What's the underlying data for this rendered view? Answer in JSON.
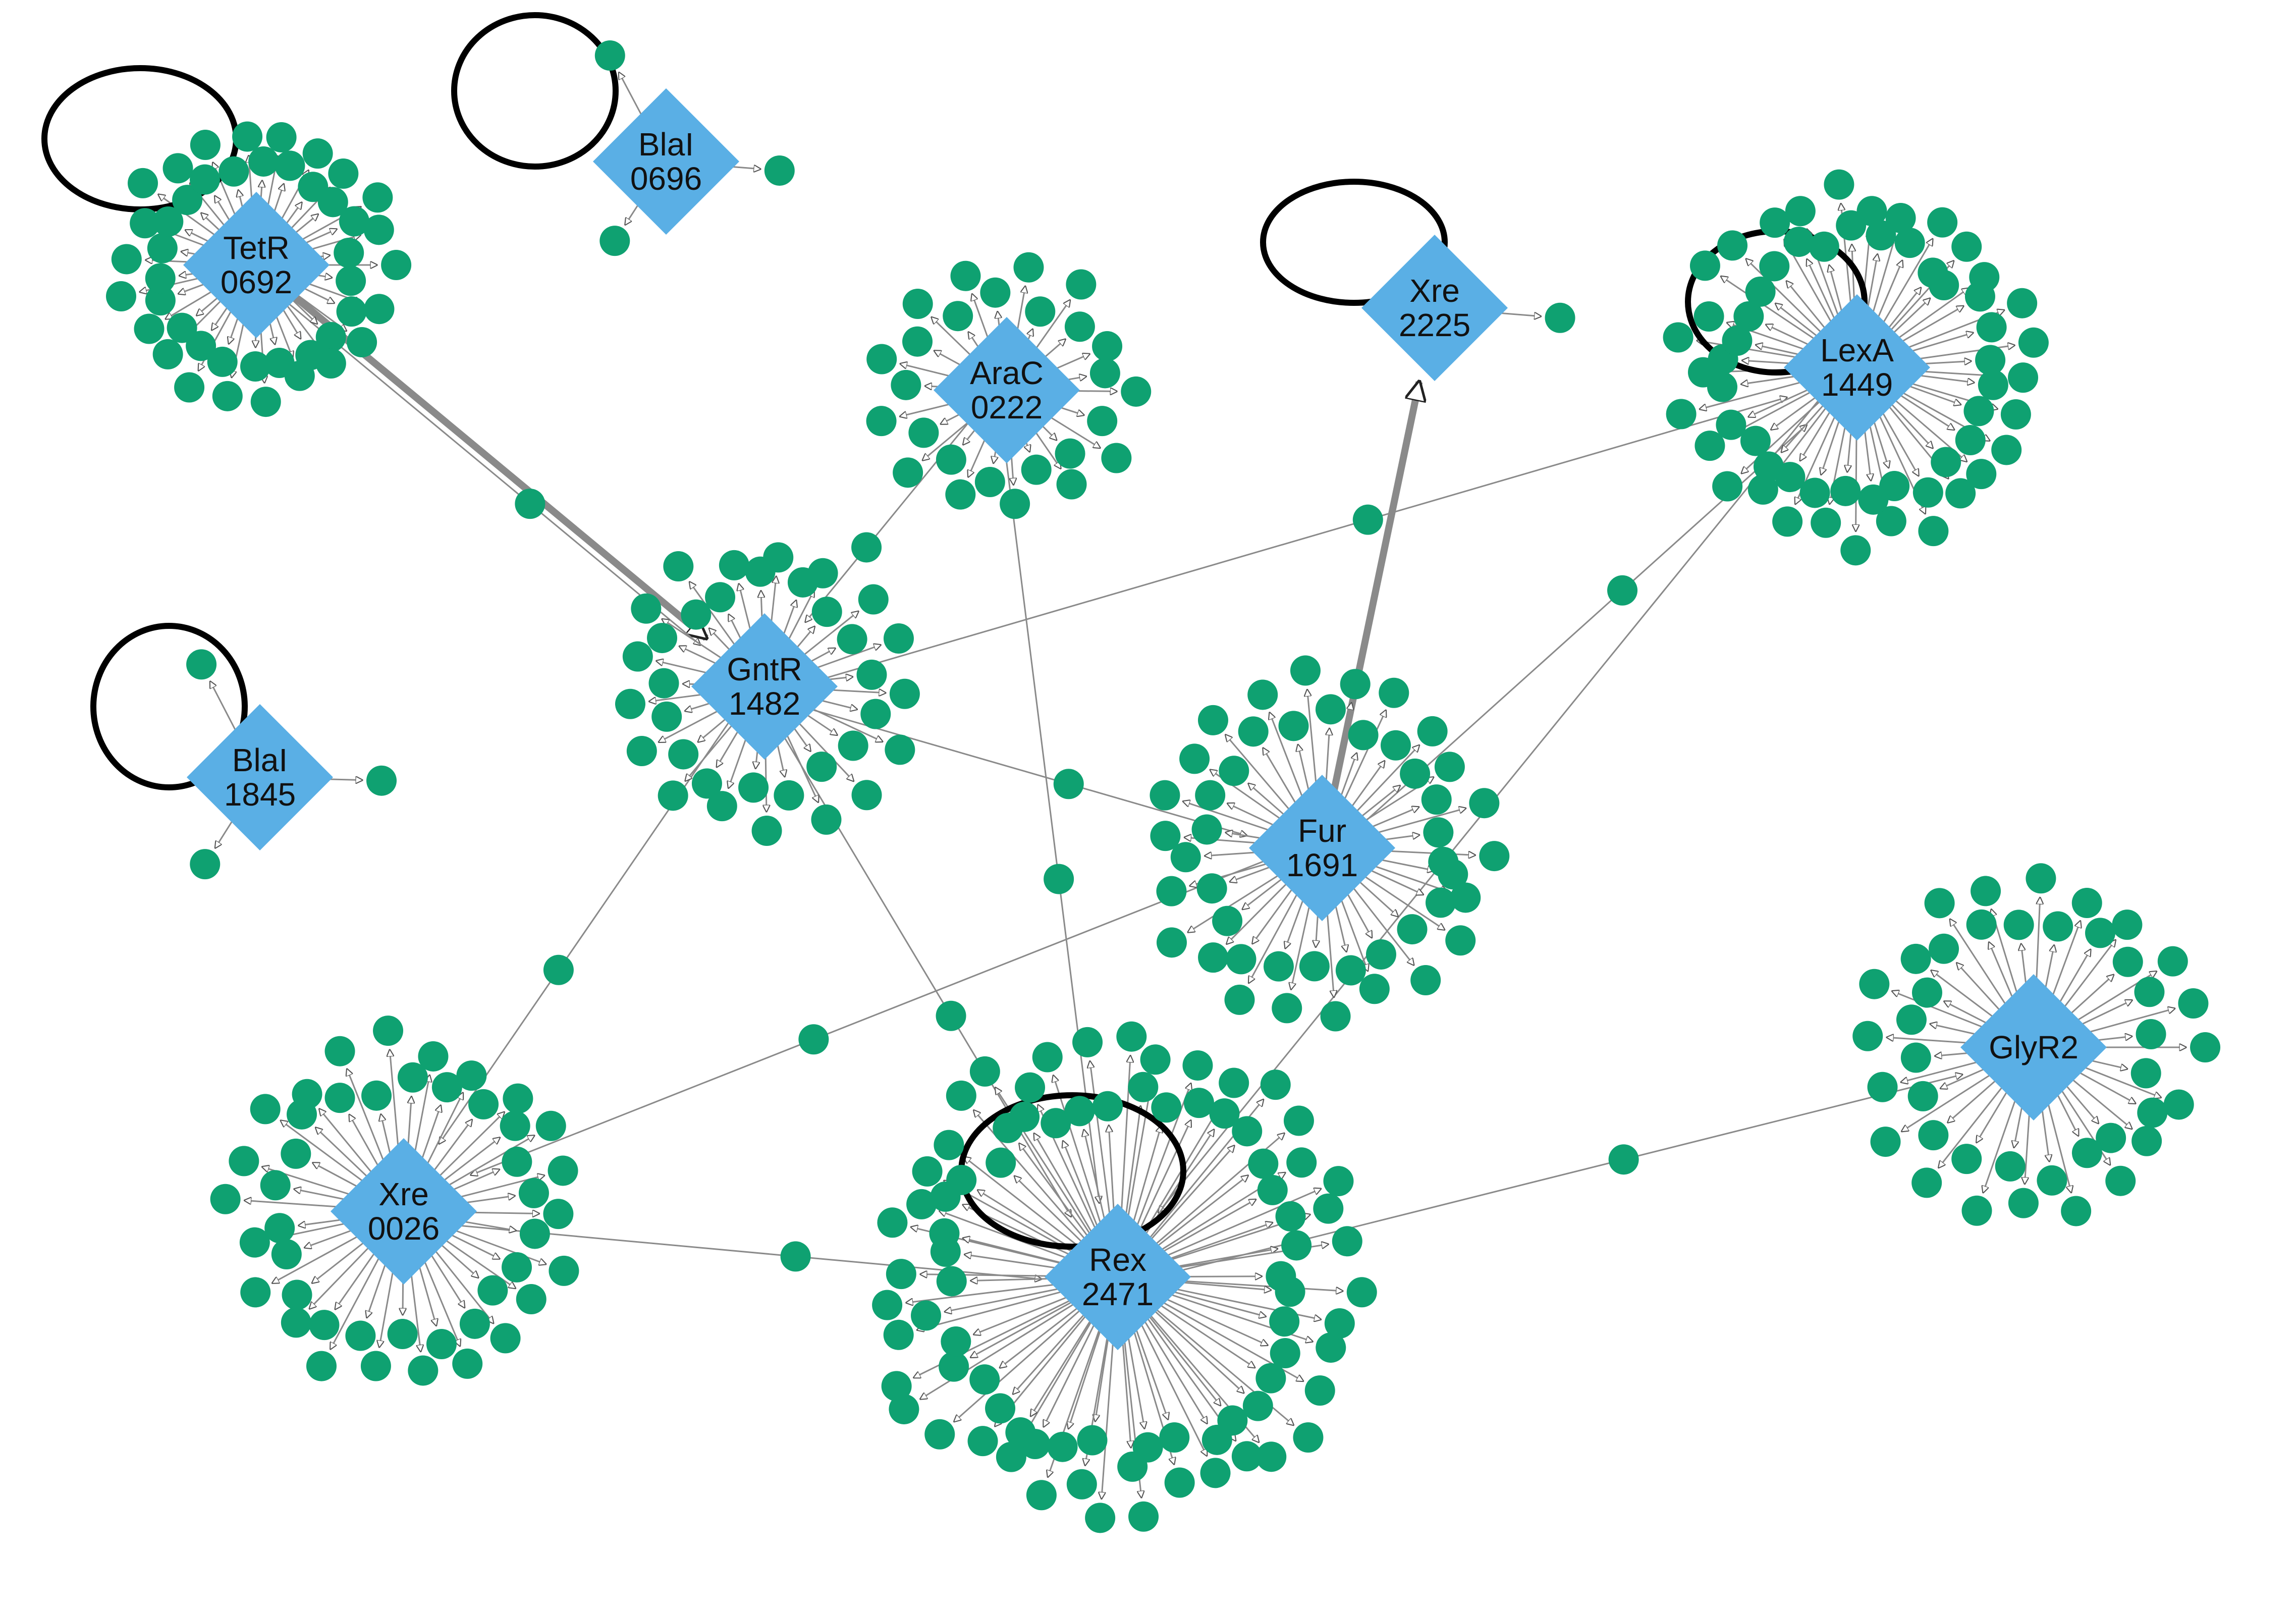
{
  "colors": {
    "hub": "#5aafe5",
    "gene": "#0fa171",
    "edge": "#8a8a8a",
    "loop": "#000000"
  },
  "hubs": [
    {
      "id": "tetr",
      "lines": [
        "TetR",
        "0692"
      ],
      "targets": 44,
      "self_loop": true
    },
    {
      "id": "blai-0696",
      "lines": [
        "BlaI",
        "0696"
      ],
      "targets": 3,
      "self_loop": true
    },
    {
      "id": "arac",
      "lines": [
        "AraC",
        "0222"
      ],
      "targets": 26,
      "self_loop": false
    },
    {
      "id": "xre-2225",
      "lines": [
        "Xre",
        "2225"
      ],
      "targets": 1,
      "self_loop": true
    },
    {
      "id": "lexa",
      "lines": [
        "LexA",
        "1449"
      ],
      "targets": 58,
      "self_loop": true
    },
    {
      "id": "blai-1845",
      "lines": [
        "BlaI",
        "1845"
      ],
      "targets": 3,
      "self_loop": true
    },
    {
      "id": "gntr",
      "lines": [
        "GntR",
        "1482"
      ],
      "targets": 34,
      "self_loop": false
    },
    {
      "id": "fur",
      "lines": [
        "Fur",
        "1691"
      ],
      "targets": 44,
      "self_loop": false
    },
    {
      "id": "glyr2",
      "lines": [
        "GlyR2"
      ],
      "targets": 40,
      "self_loop": false
    },
    {
      "id": "xre-0026",
      "lines": [
        "Xre",
        "0026"
      ],
      "targets": 44,
      "self_loop": false
    },
    {
      "id": "rex",
      "lines": [
        "Rex",
        "2471"
      ],
      "targets": 80,
      "self_loop": true
    }
  ],
  "links": [
    {
      "from": "tetr",
      "to": "gntr",
      "type": "main"
    },
    {
      "from": "fur",
      "to": "xre-2225",
      "type": "main"
    },
    {
      "from": "tetr",
      "to": "gntr",
      "type": "regulates"
    },
    {
      "from": "arac",
      "to": "gntr",
      "type": "regulates"
    },
    {
      "from": "arac",
      "to": "rex",
      "type": "regulates"
    },
    {
      "from": "gntr",
      "to": "lexa",
      "type": "regulates"
    },
    {
      "from": "gntr",
      "to": "fur",
      "type": "regulates"
    },
    {
      "from": "gntr",
      "to": "rex",
      "type": "regulates"
    },
    {
      "from": "gntr",
      "to": "xre-0026",
      "type": "regulates"
    },
    {
      "from": "fur",
      "to": "lexa",
      "type": "regulates"
    },
    {
      "from": "fur",
      "to": "xre-0026",
      "type": "regulates"
    },
    {
      "from": "lexa",
      "to": "rex",
      "type": "regulates"
    },
    {
      "from": "xre-0026",
      "to": "rex",
      "type": "regulates"
    },
    {
      "from": "rex",
      "to": "glyr2",
      "type": "regulates"
    }
  ]
}
